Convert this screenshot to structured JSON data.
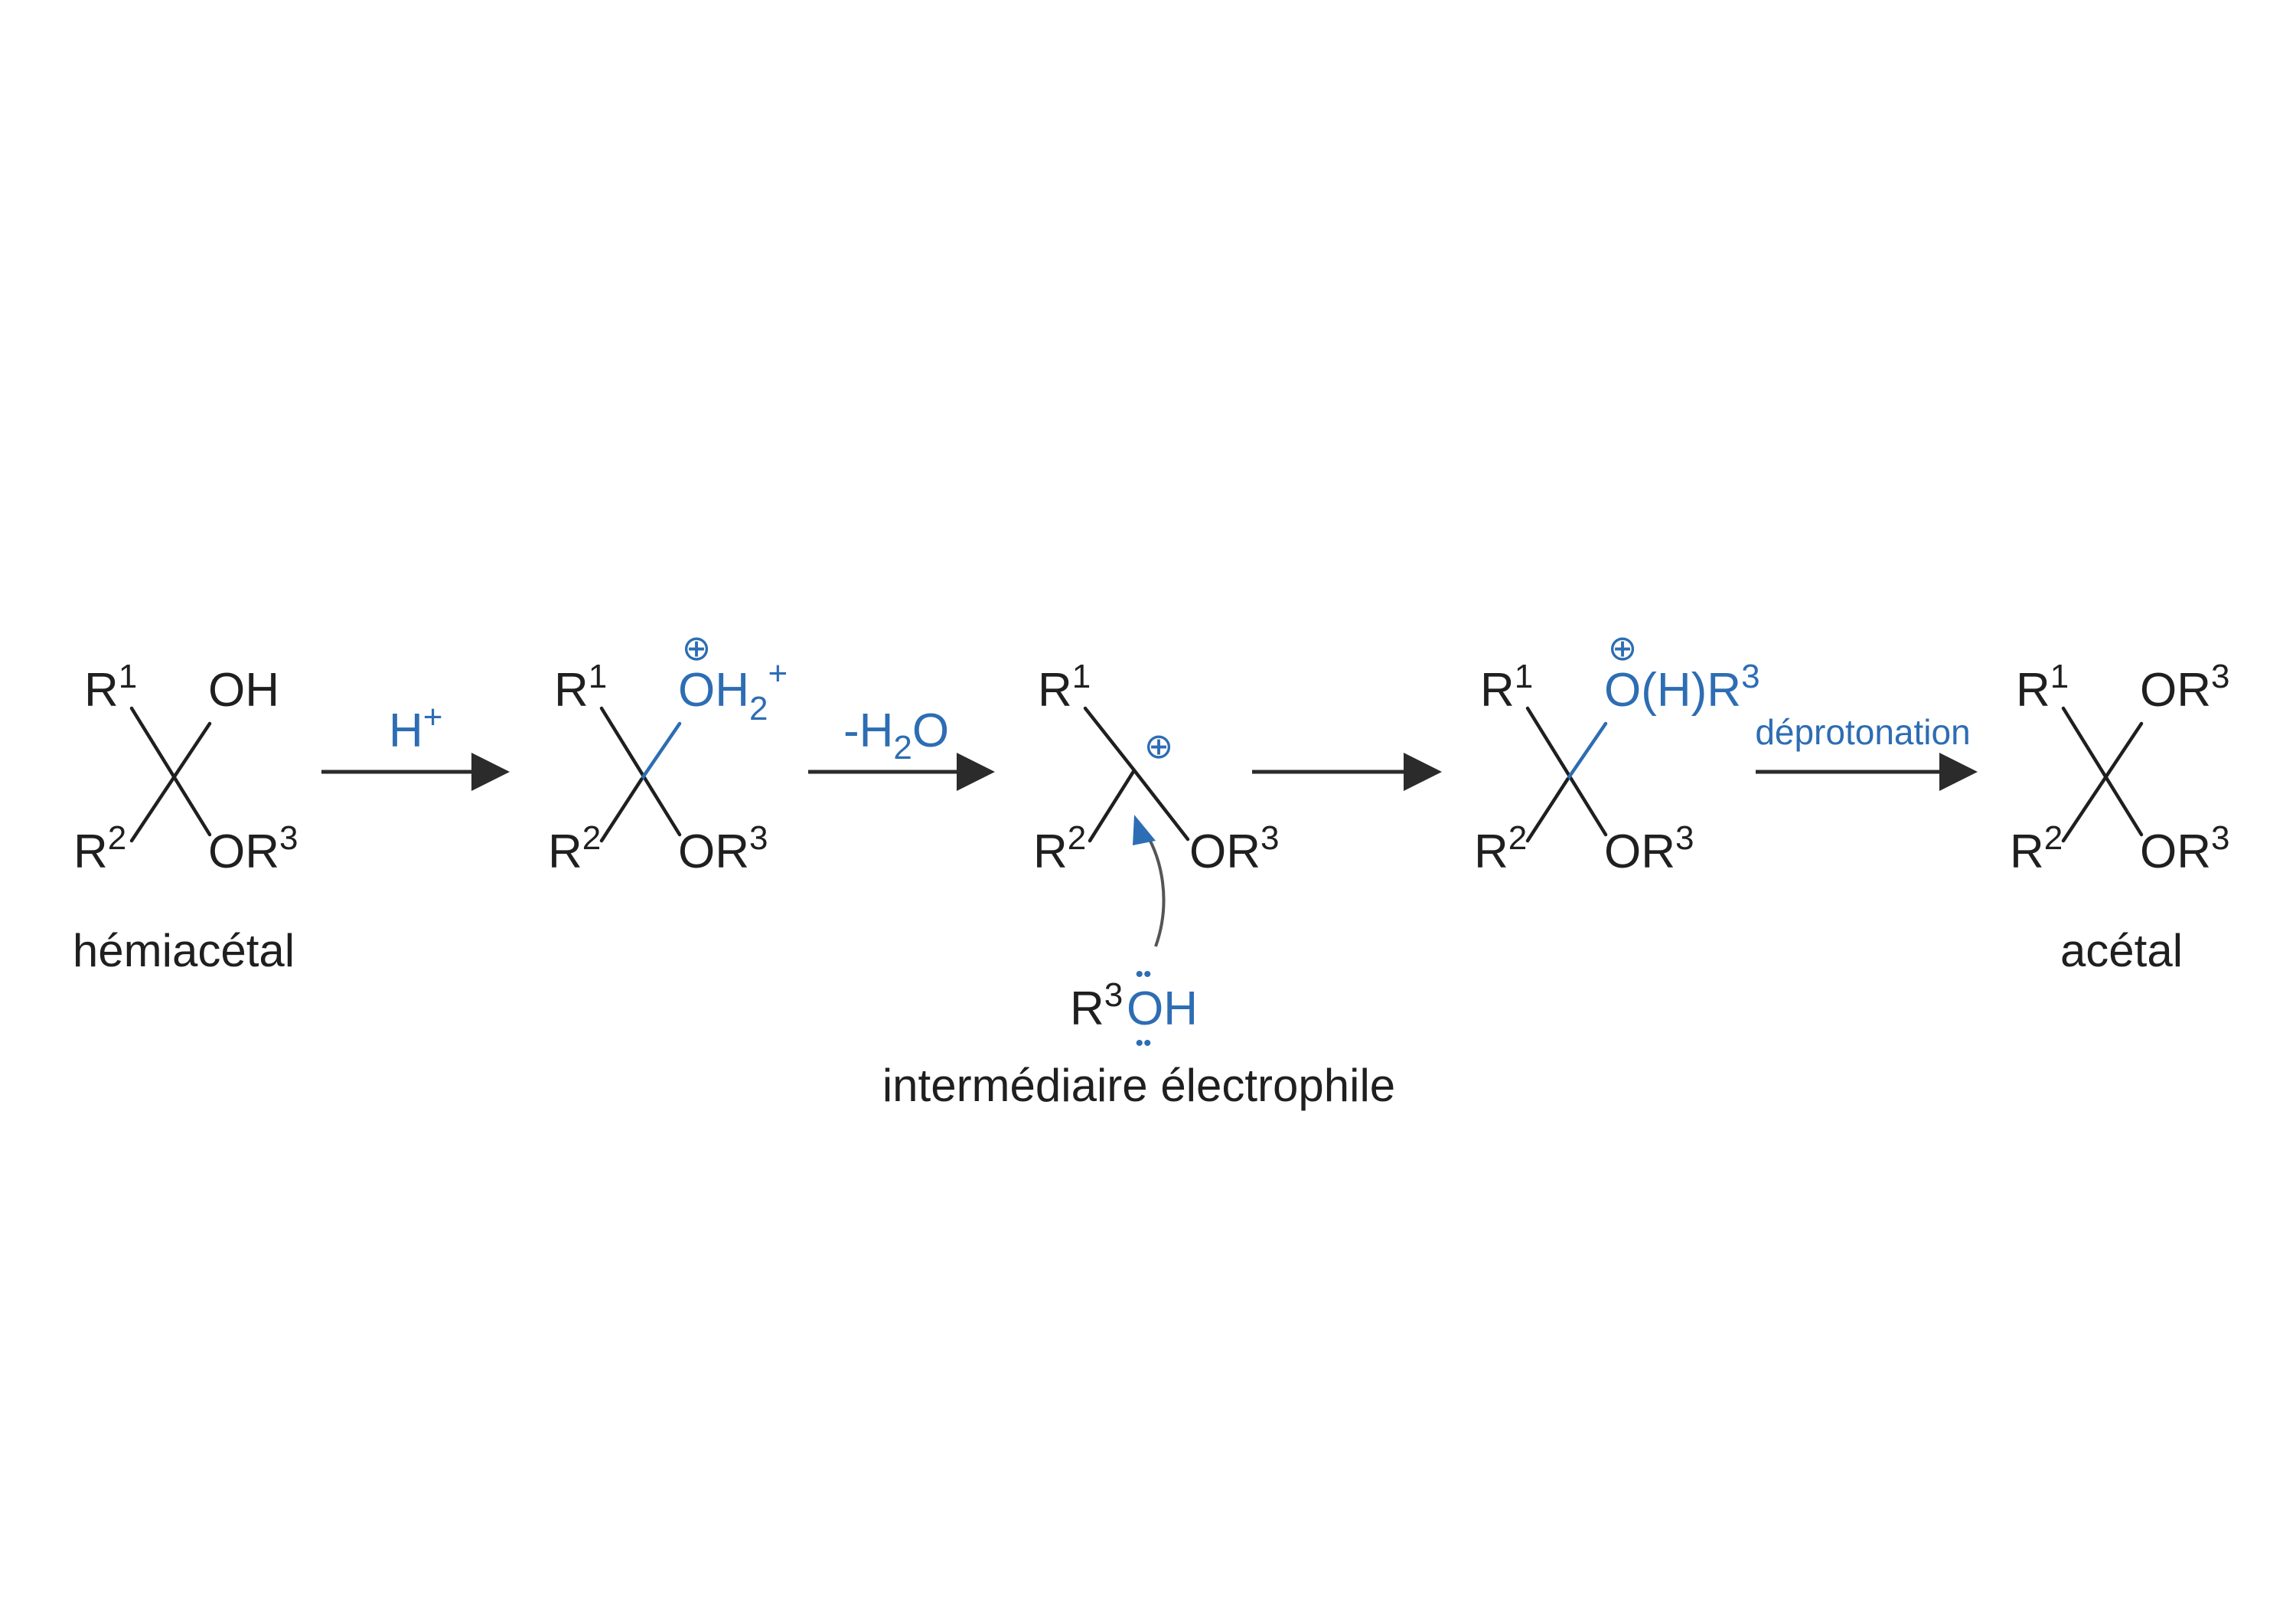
{
  "colors": {
    "ink": "#1f1f1f",
    "accent": "#2d6db3",
    "arrow": "#2b2b2b"
  },
  "glyphs": {
    "plus_circle": "⊕",
    "lone_pair": "••"
  },
  "labels": {
    "hemiacetal": "hémiacétal",
    "intermediate": "intermédiaire électrophile",
    "acetal": "acétal"
  },
  "reagents": {
    "step1_H": "H",
    "step1_plus": "+",
    "step2_minus_H": "-H",
    "step2_sub": "2",
    "step2_O": "O",
    "step4": "déprotonation"
  },
  "atoms": {
    "R": "R",
    "sup1": "1",
    "sup2": "2",
    "sup3": "3",
    "OH": "OH",
    "O": "O",
    "H2sub": "2",
    "OR": "OR",
    "O_H_R": "O(H)R",
    "oxonium_plus": "+"
  }
}
